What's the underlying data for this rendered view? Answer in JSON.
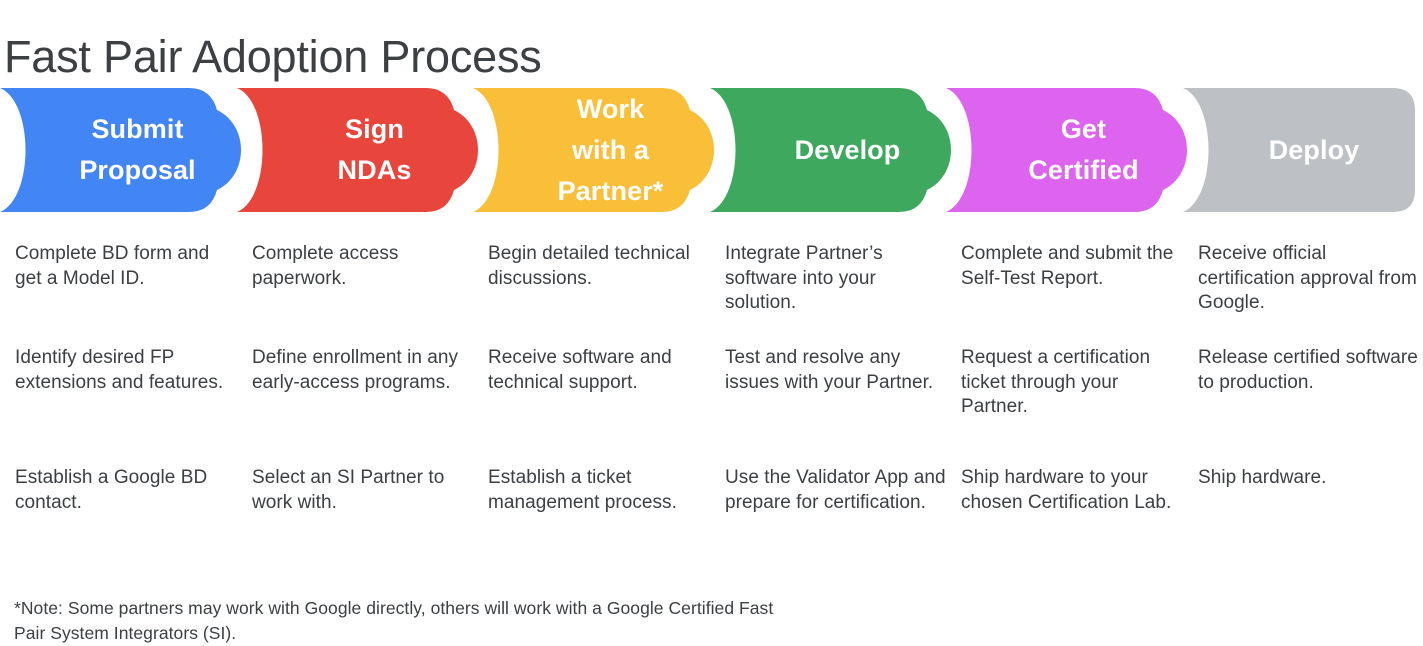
{
  "page": {
    "title": "Fast Pair Adoption Process",
    "background": "#ffffff",
    "text_color": "#3c4043"
  },
  "process": {
    "stages": [
      {
        "id": "submit-proposal",
        "label": "Submit\nProposal",
        "color": "#4285f4"
      },
      {
        "id": "sign-ndas",
        "label": "Sign\nNDAs",
        "color": "#e8453c"
      },
      {
        "id": "work-with-a-partner",
        "label": "Work\nwith a\nPartner*",
        "color": "#fabf38"
      },
      {
        "id": "develop",
        "label": "Develop",
        "color": "#3ea95e"
      },
      {
        "id": "get-certified",
        "label": "Get\nCertified",
        "color": "#dd64ee"
      },
      {
        "id": "deploy",
        "label": "Deploy",
        "color": "#bdc1c6"
      }
    ]
  },
  "details": {
    "columns": [
      {
        "stage": "Submit Proposal",
        "items": [
          "Complete BD form and get a Model ID.",
          "Identify desired FP extensions and features.",
          "Establish a Google BD contact."
        ]
      },
      {
        "stage": "Sign NDAs",
        "items": [
          "Complete access paperwork.",
          "Define enrollment in any early-access programs.",
          "Select an SI Partner to work with."
        ]
      },
      {
        "stage": "Work with a Partner*",
        "items": [
          "Begin detailed technical discussions.",
          "Receive software and technical support.",
          "Establish a ticket management process."
        ]
      },
      {
        "stage": "Develop",
        "items": [
          "Integrate Partner’s software into your solution.",
          "Test and resolve any issues with your Partner.",
          "Use the Validator App and prepare for certification."
        ]
      },
      {
        "stage": "Get Certified",
        "items": [
          "Complete and submit the Self-Test Report.",
          "Request a certification ticket through your Partner.",
          "Ship hardware to your chosen Certification Lab."
        ]
      },
      {
        "stage": "Deploy",
        "items": [
          "Receive official certification approval from Google.",
          "Release certified software to production.",
          "Ship hardware."
        ]
      }
    ]
  },
  "footnote": {
    "text": "*Note: Some partners may work with Google directly, others will work with a Google Certified Fast Pair System Integrators (SI)."
  }
}
